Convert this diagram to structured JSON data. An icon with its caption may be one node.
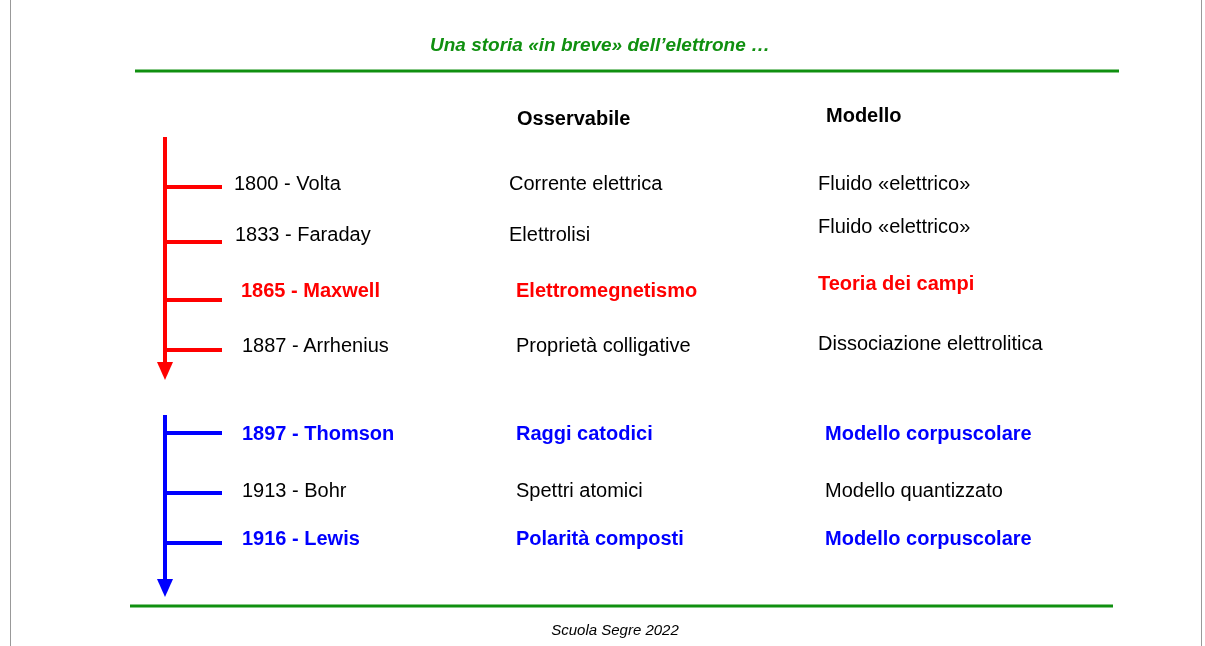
{
  "diagram": {
    "title": "Una storia «in breve» dell’elettrone …",
    "caption": "Scuola Segre 2022",
    "labels": [
      "Osservabile",
      "Modello",
      "1800 - Volta",
      "Corrente elettrica",
      "Fluido «elettrico»",
      "1833 - Faraday",
      "Elettrolisi",
      "Fluido «elettrico»",
      "1865 - Maxwell",
      "Elettromegnetismo",
      "Teoria dei campi",
      "1887 - Arrhenius",
      "Proprietà colligative",
      "Dissociazione elettrolitica",
      "1897 - Thomson",
      "Raggi catodici",
      "Modello corpuscolare",
      "1913 - Bohr",
      "Spettri atomici",
      "Modello quantizzato",
      "1916 - Lewis",
      "Polarità composti",
      "Modello corpuscolare"
    ]
  }
}
